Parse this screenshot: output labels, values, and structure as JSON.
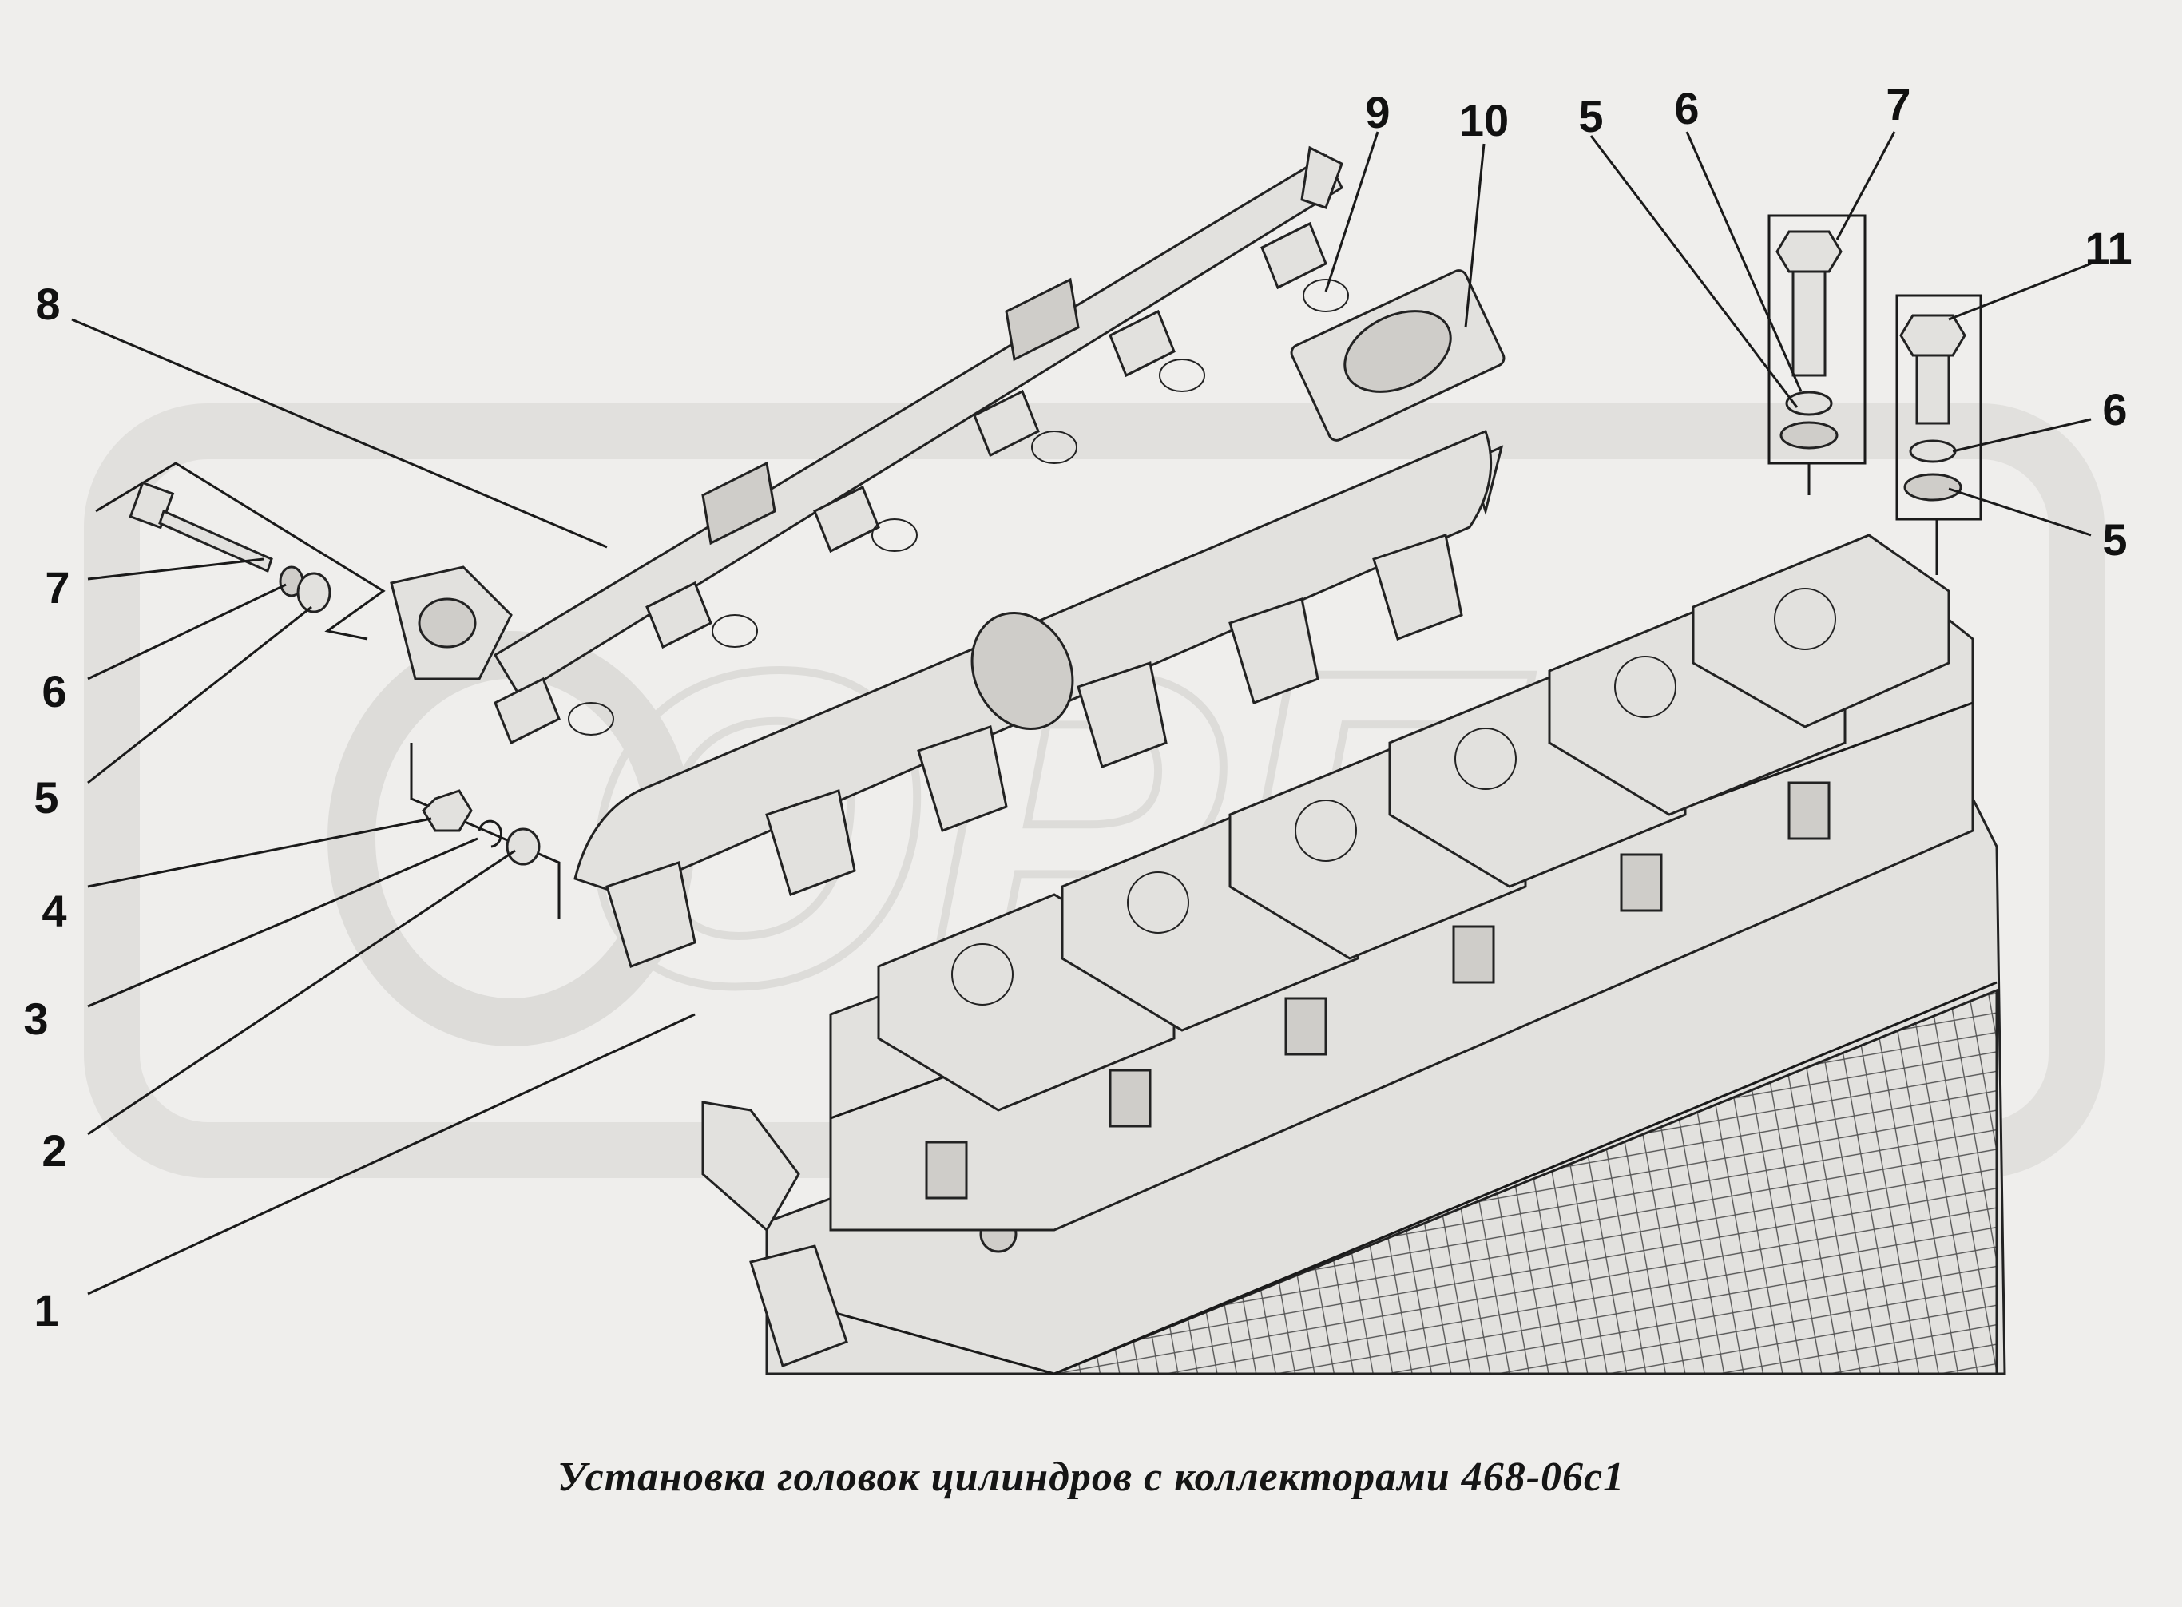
{
  "caption": "Установка головок цилиндров с коллекторами 468-06с1",
  "watermark": "ОРЕХ",
  "callouts": [
    {
      "id": "c8",
      "label": "8"
    },
    {
      "id": "c9",
      "label": "9"
    },
    {
      "id": "c10",
      "label": "10"
    },
    {
      "id": "c5-top",
      "label": "5"
    },
    {
      "id": "c6-top",
      "label": "6"
    },
    {
      "id": "c7-top",
      "label": "7"
    },
    {
      "id": "c11",
      "label": "11"
    },
    {
      "id": "c6-right",
      "label": "6"
    },
    {
      "id": "c5-right",
      "label": "5"
    },
    {
      "id": "c7-left",
      "label": "7"
    },
    {
      "id": "c6-left",
      "label": "6"
    },
    {
      "id": "c5-left",
      "label": "5"
    },
    {
      "id": "c4",
      "label": "4"
    },
    {
      "id": "c3",
      "label": "3"
    },
    {
      "id": "c2",
      "label": "2"
    },
    {
      "id": "c1",
      "label": "1"
    }
  ]
}
